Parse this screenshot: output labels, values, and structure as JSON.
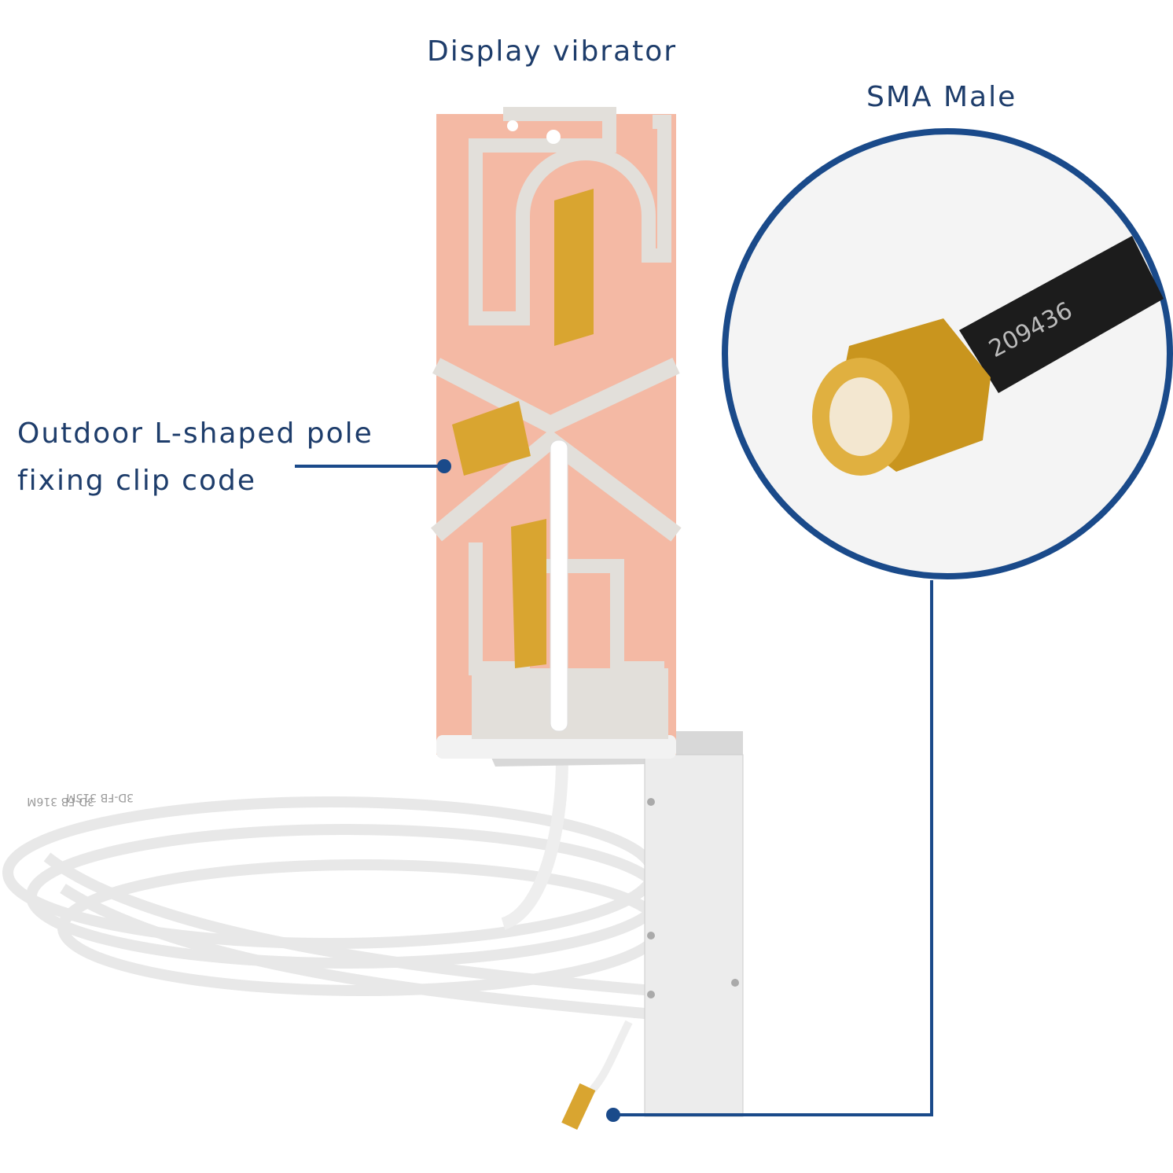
{
  "labels": {
    "display_vibrator": "Display vibrator",
    "sma_male": "SMA Male",
    "clip_line1": "Outdoor L-shaped pole",
    "clip_line2": "fixing clip code"
  },
  "product_markings": {
    "cable_print": "209436",
    "coax_print_1": "3D-FB 315M",
    "coax_print_2": "3D-FB 316M"
  },
  "colors": {
    "label_text": "#1e3d6b",
    "callout": "#1a4a8a",
    "copper": "#f4b9a4",
    "board": "#e2dfda",
    "gold": "#d9a530"
  }
}
